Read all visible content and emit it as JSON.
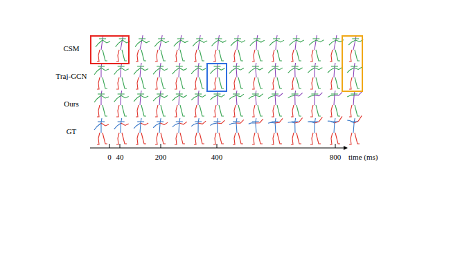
{
  "diagram": {
    "labels": [
      "CSM",
      "Traj-GCN",
      "Ours",
      "GT",
      "0",
      "40",
      "200",
      "400",
      "800",
      "time (ms)"
    ]
  }
}
